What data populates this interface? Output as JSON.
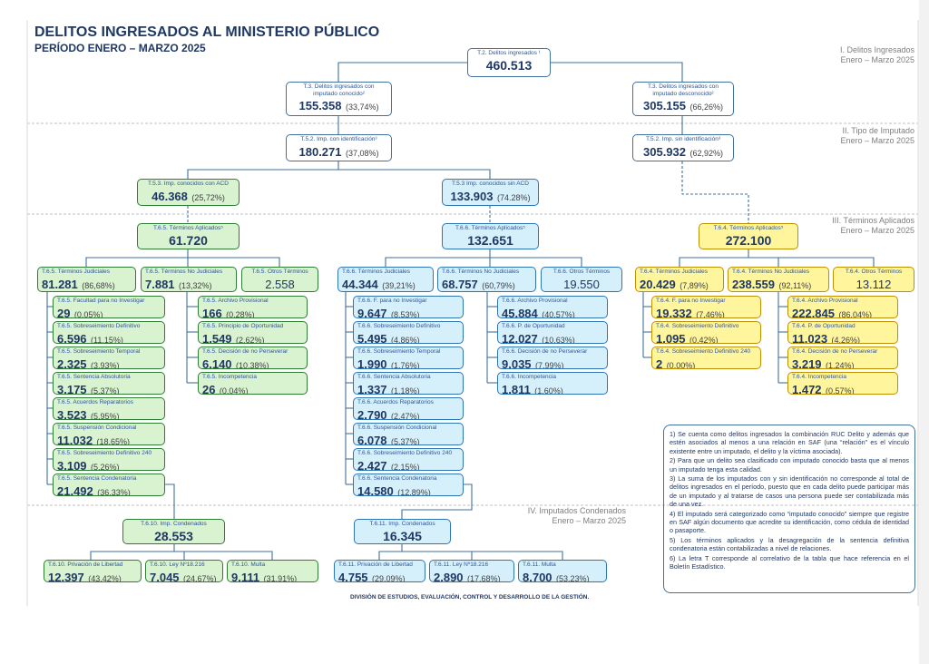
{
  "title": "DELITOS INGRESADOS AL MINISTERIO PÚBLICO",
  "subtitle": "PERÍODO ENERO – MARZO 2025",
  "sections": {
    "s1": {
      "name": "I.  Delitos Ingresados",
      "period": "Enero – Marzo 2025"
    },
    "s2": {
      "name": "II.  Tipo de Imputado",
      "period": "Enero – Marzo 2025"
    },
    "s3": {
      "name": "III.  Términos Aplicados",
      "period": "Enero – Marzo 2025"
    },
    "s4": {
      "name": "IV.  Imputados Condenados",
      "period": "Enero – Marzo 2025"
    }
  },
  "nodes": {
    "total": {
      "label": "T.2.  Delitos ingresados ¹",
      "value": "460.513",
      "pct": ""
    },
    "conocido": {
      "label": "T.3.  Delitos ingresados con",
      "label2": "imputado conocido²",
      "value": "155.358",
      "pct": "(33,74%)"
    },
    "desconocido": {
      "label": "T.3.  Delitos ingresados con",
      "label2": "imputado desconocido²",
      "value": "305.155",
      "pct": "(66,26%)"
    },
    "conIdent": {
      "label": "T.5.2.  Imp. con identificación³",
      "value": "180.271",
      "pct": "(37,08%)"
    },
    "sinIdent": {
      "label": "T.5.2.  Imp. sin identificación³",
      "value": "305.932",
      "pct": "(62,92%)"
    },
    "conACD": {
      "label": "T.5.3.  Imp. conocidos con ACD",
      "value": "46.368",
      "pct": "(25,72%)"
    },
    "sinACD": {
      "label": "T.5.3  Imp. conocidos sin ACD",
      "value": "133.903",
      "pct": "(74.28%)"
    },
    "ta65": {
      "label": "T.6.5.  Términos Aplicados⁵",
      "value": "61.720"
    },
    "ta66": {
      "label": "T.6.6.  Términos Aplicados⁵",
      "value": "132.651"
    },
    "ta64": {
      "label": "T.6.4.  Términos Aplicados⁵",
      "value": "272.100"
    }
  },
  "green": {
    "judiciales": {
      "label": "T.6.5.  Términos Judiciales",
      "value": "81.281",
      "pct": "(86,68%)"
    },
    "noJudiciales": {
      "label": "T.6.5.  Términos No Judiciales",
      "value": "7.881",
      "pct": "(13,32%)"
    },
    "otros": {
      "label": "T.6.5.  Otros Términos",
      "value": "2.558"
    },
    "jud": [
      {
        "label": "T.6.5.  Facultad para no Investigar",
        "value": "29",
        "pct": "(0,05%)"
      },
      {
        "label": "T.6.5.  Sobreseimiento Definitivo",
        "value": "6.596",
        "pct": "(11,15%)"
      },
      {
        "label": "T.6.5.  Sobreseimiento Temporal",
        "value": "2.325",
        "pct": "(3,93%)"
      },
      {
        "label": "T.6.5.  Sentencia Absolutoria",
        "value": "3.175",
        "pct": "(5,37%)"
      },
      {
        "label": "T.6.5.  Acuerdos Reparatorios",
        "value": "3.523",
        "pct": "(5,95%)"
      },
      {
        "label": "T.6.5.  Suspensión Condicional",
        "value": "11.032",
        "pct": "(18,65%)"
      },
      {
        "label": "T.6.5. Sobreseimiento Definitivo 240",
        "value": "3.109",
        "pct": "(5,26%)"
      },
      {
        "label": "T.6.5. Sentencia Condenatoria",
        "value": "21.492",
        "pct": "(36,33%)"
      }
    ],
    "nojud": [
      {
        "label": "T.6.5.  Archivo Provisional",
        "value": "166",
        "pct": "(0,28%)"
      },
      {
        "label": "T.6.5.  Principio de Oportunidad",
        "value": "1.549",
        "pct": "(2,62%)"
      },
      {
        "label": "T.6.5.  Decisión de no Perseverar",
        "value": "6.140",
        "pct": "(10,38%)"
      },
      {
        "label": "T.6.5.  Incompetencia",
        "value": "26",
        "pct": "(0,04%)"
      }
    ]
  },
  "blue": {
    "judiciales": {
      "label": "T.6.6.  Términos Judiciales",
      "value": "44.344",
      "pct": "(39,21%)"
    },
    "noJudiciales": {
      "label": "T.6.6.  Términos No Judiciales",
      "value": "68.757",
      "pct": "(60,79%)"
    },
    "otros": {
      "label": "T.6.6.  Otros Términos",
      "value": "19.550"
    },
    "jud": [
      {
        "label": "T.6.6.  F. para no Investigar",
        "value": "9.647",
        "pct": "(8,53%)"
      },
      {
        "label": "T.6.6.  Sobreseimiento Definitivo",
        "value": "5.495",
        "pct": "(4,86%)"
      },
      {
        "label": "T.6.6.  Sobreseimiento Temporal",
        "value": "1.990",
        "pct": "(1,76%)"
      },
      {
        "label": "T.6.6.  Sentencia Absolutoria",
        "value": "1.337",
        "pct": "(1,18%)"
      },
      {
        "label": "T.6.6.  Acuerdos Reparatorios",
        "value": "2.790",
        "pct": "(2,47%)"
      },
      {
        "label": "T.6.6. Suspensión Condicional",
        "value": "6.078",
        "pct": "(5,37%)"
      },
      {
        "label": "T.6.6. Sobreseimiento Definitivo 240",
        "value": "2.427",
        "pct": "(2,15%)"
      },
      {
        "label": "T.6.6.  Sentencia Condenatoria",
        "value": "14.580",
        "pct": "(12,89%)"
      }
    ],
    "nojud": [
      {
        "label": "T.6.6.  Archivo Provisional",
        "value": "45.884",
        "pct": "(40,57%)"
      },
      {
        "label": "T.6.6.  P. de Oportunidad",
        "value": "12.027",
        "pct": "(10,63%)"
      },
      {
        "label": "T.6.6.  Decisión  de no Perseverar",
        "value": "9.035",
        "pct": "(7,99%)"
      },
      {
        "label": "T.6.6.  Incompetencia",
        "value": "1.811",
        "pct": "(1,60%)"
      }
    ]
  },
  "yellow": {
    "judiciales": {
      "label": "T.6.4.  Términos Judiciales",
      "value": "20.429",
      "pct": "(7,89%)"
    },
    "noJudiciales": {
      "label": "T.6.4.  Términos No Judiciales",
      "value": "238.559",
      "pct": "(92,11%)"
    },
    "otros": {
      "label": "T.6.4.  Otros Términos",
      "value": "13.112"
    },
    "jud": [
      {
        "label": "T.6.4.  F. para no Investigar",
        "value": "19.332",
        "pct": "(7,46%)"
      },
      {
        "label": "T.6.4.  Sobreseimiento Definitivo",
        "value": "1.095",
        "pct": "(0,42%)"
      },
      {
        "label": "T.6.4. Sobreseimiento Definitivo 240",
        "value": "2",
        "pct": "(0,00%)"
      }
    ],
    "nojud": [
      {
        "label": "T.6.4.  Archivo Provisional",
        "value": "222.845",
        "pct": "(86,04%)"
      },
      {
        "label": "T.6.4.  P. de Oportunidad",
        "value": "11.023",
        "pct": "(4,26%)"
      },
      {
        "label": "T.6.4.  Decisión  de no Perseverar",
        "value": "3.219",
        "pct": "(1,24%)"
      },
      {
        "label": "T.6.4.  Incompetencia",
        "value": "1.472",
        "pct": "(0,57%)"
      }
    ]
  },
  "condenados": {
    "c10": {
      "label": "T.6.10.  Imp. Condenados",
      "value": "28.553"
    },
    "c11": {
      "label": "T.6.11.  Imp. Condenados",
      "value": "16.345"
    },
    "c10items": [
      {
        "label": "T.6.10.  Privación de Libertad",
        "value": "12.397",
        "pct": "(43,42%)"
      },
      {
        "label": "T.6.10.  Ley Nº18.216",
        "value": "7.045",
        "pct": "(24,67%)"
      },
      {
        "label": "T.6.10.  Multa",
        "value": "9.111",
        "pct": "(31,91%)"
      }
    ],
    "c11items": [
      {
        "label": "T.6.11.  Privación de Libertad",
        "value": "4.755",
        "pct": "(29.09%)"
      },
      {
        "label": "T.6.11.  Ley Nº18.216",
        "value": "2.890",
        "pct": "(17,68%)"
      },
      {
        "label": "T.6.11.  Multa",
        "value": "8.700",
        "pct": "(53.23%)"
      }
    ]
  },
  "notes": [
    "1)  Se cuenta como delitos ingresados la combinación RUC Delito y además que estén asociados  al menos  a una relación en SAF (una “relación” es el vínculo existente entre un imputado, el delito y la víctima asociada).",
    "2)  Para que un delito sea clasificado con imputado conocido basta que al menos un imputado tenga esta calidad.",
    "3)  La suma de los imputados con y sin identificación no corresponde al total de delitos ingresados en el período, puesto que en cada delito puede participar más de un imputado y al tratarse de casos una persona puede ser contabilizada más de una vez.",
    "4)  El imputado será categorizado como “imputado conocido” siempre que registre en SAF algún documento que acredite su identificación, como cédula de identidad o pasaporte.",
    "5)  Los términos aplicados y la desagregación de la sentencia definitiva condenatoria están contabilizadas a nivel de relaciones.",
    "6)  La letra T corresponde al correlativo de la tabla que hace referencia en el Boletín Estadístico."
  ],
  "footer": "DIVISIÓN DE ESTUDIOS, EVALUACIÓN, CONTROL Y DESARROLLO DE LA GESTIÓN."
}
